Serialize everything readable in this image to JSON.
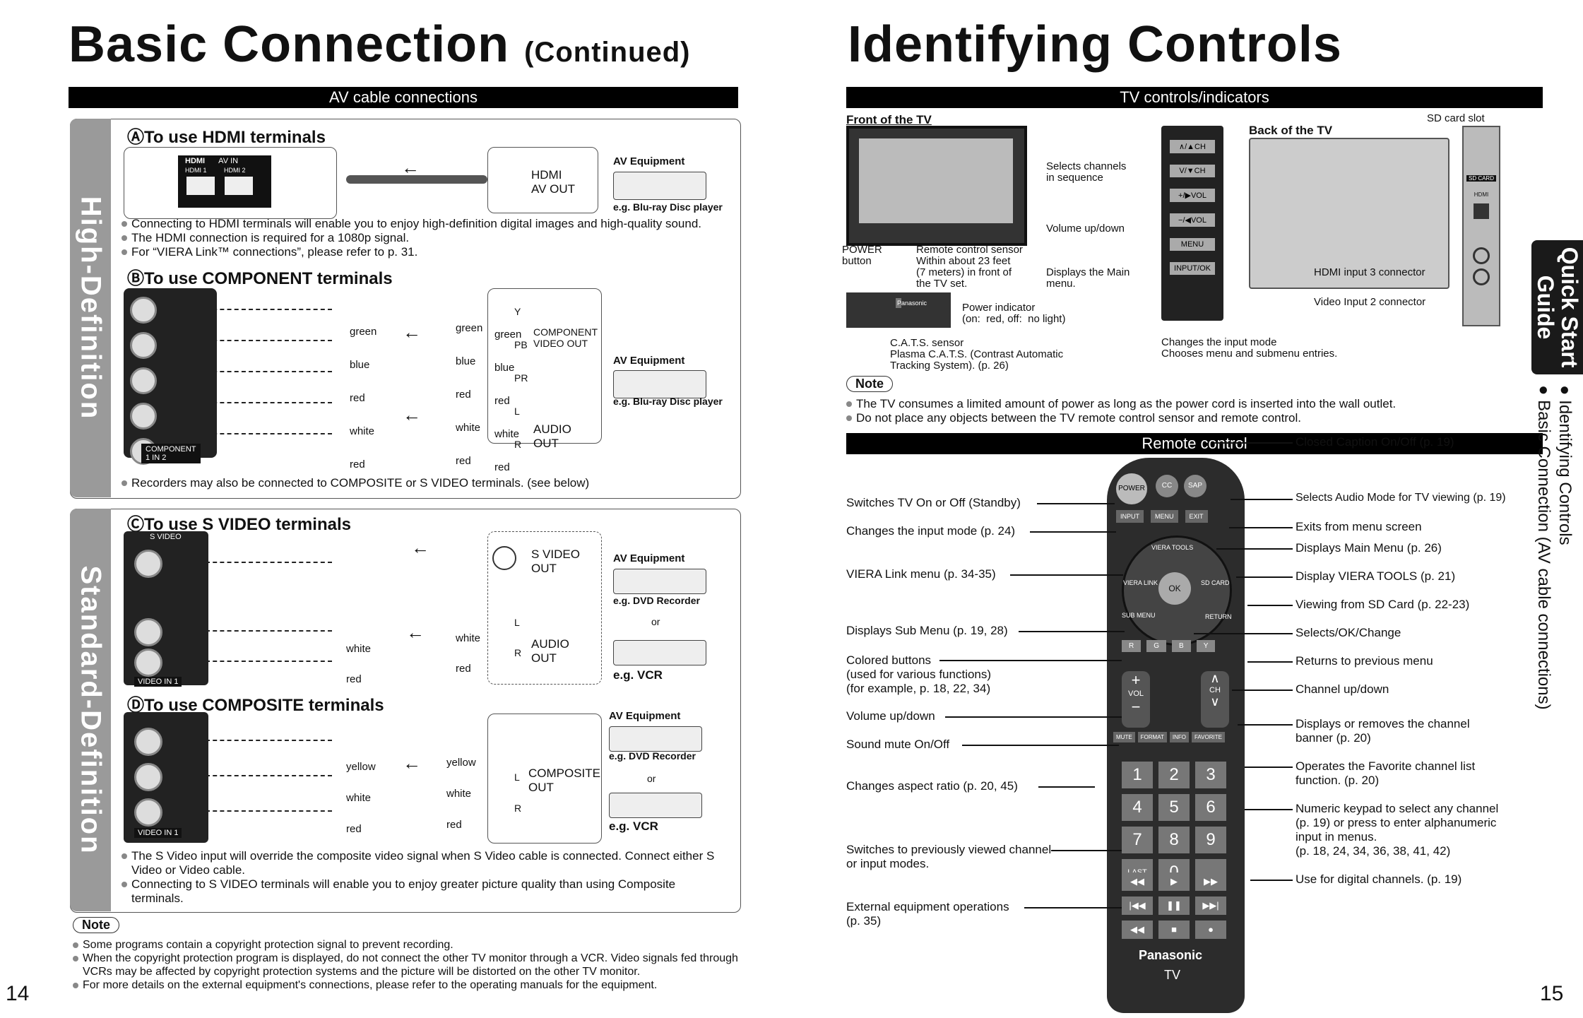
{
  "left": {
    "title": "Basic Connection",
    "title_small": "(Continued)",
    "bar": "AV cable connections",
    "hdmi": {
      "heading": "ⒶTo use HDMI terminals",
      "port_label_1": "HDMI",
      "port_label_2": "AV IN",
      "port_sub_1": "HDMI 1",
      "port_sub_2": "HDMI 2",
      "device_out": "HDMI\nAV OUT",
      "av_equipment": "AV Equipment",
      "example": "e.g. Blu-ray Disc player",
      "bullets": [
        "Connecting to HDMI terminals will enable you to enjoy high-definition digital images and high-quality sound.",
        "The HDMI connection is required for a 1080p signal.",
        "For “VIERA Link™ connections”, please refer to p. 31."
      ]
    },
    "component": {
      "heading": "ⒷTo use COMPONENT terminals",
      "cables_left": [
        "green",
        "blue",
        "red",
        "white",
        "red"
      ],
      "cables_right": [
        "green",
        "blue",
        "red",
        "white",
        "red"
      ],
      "jacks": [
        "green",
        "blue",
        "red",
        "white",
        "red"
      ],
      "jack_letters": [
        "Y",
        "PB",
        "PR",
        "L",
        "R"
      ],
      "out1": "COMPONENT\nVIDEO OUT",
      "out2": "AUDIO\nOUT",
      "av_equipment": "AV Equipment",
      "example": "e.g. Blu-ray Disc player",
      "panel_label": "COMPONENT",
      "panel_in": "1  IN  2",
      "bullet": "Recorders may also be connected to COMPOSITE or S VIDEO terminals. (see below)"
    },
    "svideo": {
      "heading": "ⒸTo use S VIDEO terminals",
      "panel_top": "S VIDEO",
      "out1": "S VIDEO\nOUT",
      "out2": "AUDIO\nOUT",
      "cables_left": [
        "white",
        "red"
      ],
      "cables_right": [
        "white",
        "red"
      ],
      "jack_letters": [
        "L",
        "R"
      ],
      "av_equipment": "AV Equipment",
      "example1": "e.g. DVD Recorder",
      "or": "or",
      "example2": "e.g. VCR",
      "panel_in": "VIDEO IN 1"
    },
    "composite": {
      "heading": "ⒹTo use COMPOSITE terminals",
      "cables_left": [
        "yellow",
        "white",
        "red"
      ],
      "cables_right": [
        "yellow",
        "white",
        "red"
      ],
      "jack_letters": [
        "L",
        "R"
      ],
      "out": "COMPOSITE\nOUT",
      "av_equipment": "AV Equipment",
      "example1": "e.g. DVD Recorder",
      "or": "or",
      "example2": "e.g. VCR",
      "panel_in": "VIDEO IN 1",
      "bullets": [
        "The S Video input will override the composite video signal when S Video cable is connected. Connect either S Video or Video cable.",
        "Connecting to S VIDEO terminals will enable you to enjoy greater picture quality than using Composite terminals."
      ]
    },
    "side_hd": "High-Definition",
    "side_sd": "Standard-Definition",
    "note_label": "Note",
    "notes": [
      "Some programs contain a copyright protection signal to prevent recording.",
      "When the copyright protection program is displayed, do not connect the other TV monitor through a VCR. Video signals fed through VCRs may be affected by copyright protection systems and the picture will be distorted on the other TV monitor.",
      "For more details on the external equipment's connections, please refer to the operating manuals for the equipment."
    ],
    "page_number": "14"
  },
  "right": {
    "title": "Identifying Controls",
    "bar_tv": "TV controls/indicators",
    "front_label": "Front of the TV",
    "back_label": "Back of the TV",
    "sd_slot": "SD card slot",
    "selects_channels": "Selects channels\nin sequence",
    "volume": "Volume up/down",
    "displays_main": "Displays the Main\nmenu.",
    "power_button": "POWER\nbutton",
    "remote_sensor": "Remote control sensor\nWithin about 23 feet\n(7 meters) in front of\nthe TV set.",
    "power_indicator": "Power indicator\n(on:  red, off:  no light)",
    "cats": "C.A.T.S. sensor\nPlasma C.A.T.S. (Contrast Automatic\nTracking System). (p. 26)",
    "changes_input": "Changes the input mode\nChooses menu and submenu entries.",
    "tv_buttons": [
      "∧/▲CH",
      "V/▼CH",
      "+/▶VOL",
      "−/◀VOL",
      "MENU",
      "INPUT/OK"
    ],
    "hdmi3": "HDMI input 3 connector",
    "video2": "Video Input 2 connector",
    "sd_card_tag": "SD CARD",
    "hdmi_tag": "HDMI",
    "panasonic_small": "Panasonic",
    "note_label": "Note",
    "tv_notes": [
      "The TV consumes a limited amount of power as long as the power cord is inserted into the wall outlet.",
      "Do not place any objects between the TV remote control sensor and remote control."
    ],
    "bar_remote": "Remote control",
    "remote_left": [
      "Switches TV On or Off (Standby)",
      "Changes the input mode (p. 24)",
      "VIERA Link menu (p. 34-35)",
      "Displays Sub Menu (p. 19, 28)",
      "Colored buttons\n(used for various functions)\n(for example, p. 18, 22, 34)",
      "Volume up/down",
      "Sound mute On/Off",
      "Changes aspect ratio (p. 20, 45)",
      "Switches to previously viewed channel\nor input modes.",
      "External equipment operations\n(p. 35)"
    ],
    "remote_right": [
      "Closed Caption On/Off (p. 19)",
      "Selects Audio Mode for TV viewing (p. 19)",
      "Exits from menu screen",
      "Displays Main Menu (p. 26)",
      "Display VIERA TOOLS (p. 21)",
      "Viewing from SD Card (p. 22-23)",
      "Selects/OK/Change",
      "Returns to previous menu",
      "Channel up/down",
      "Displays or removes the channel\nbanner (p. 20)",
      "Operates the Favorite channel list\nfunction. (p. 20)",
      "Numeric keypad to select any channel\n(p. 19) or press to enter alphanumeric\ninput in menus.\n(p. 18, 24, 34, 36, 38, 41, 42)",
      "Use for digital channels. (p. 19)"
    ],
    "remote_keys": {
      "power": "POWER",
      "cc": "CC",
      "sap": "SAP",
      "input": "INPUT",
      "menu": "MENU",
      "exit": "EXIT",
      "viera_tools": "VIERA TOOLS",
      "viera_link": "VIERA LINK",
      "sd_card": "SD CARD",
      "ok": "OK",
      "sub_menu": "SUB MENU",
      "return": "RETURN",
      "colors": [
        "R",
        "G",
        "B",
        "Y"
      ],
      "vol": "VOL",
      "ch": "CH",
      "mute": "MUTE",
      "format": "FORMAT",
      "info": "INFO",
      "favorite": "FAVORITE",
      "digits": [
        "1",
        "2",
        "3",
        "4",
        "5",
        "6",
        "7",
        "8",
        "9"
      ],
      "last": "LAST",
      "zero": "0",
      "dash": "—",
      "brand": "Panasonic",
      "tv": "TV"
    },
    "tab_title": "Quick Start\nGuide",
    "tab_items": "● Identifying Controls\n● Basic Connection (AV cable connections)",
    "page_number": "15"
  }
}
